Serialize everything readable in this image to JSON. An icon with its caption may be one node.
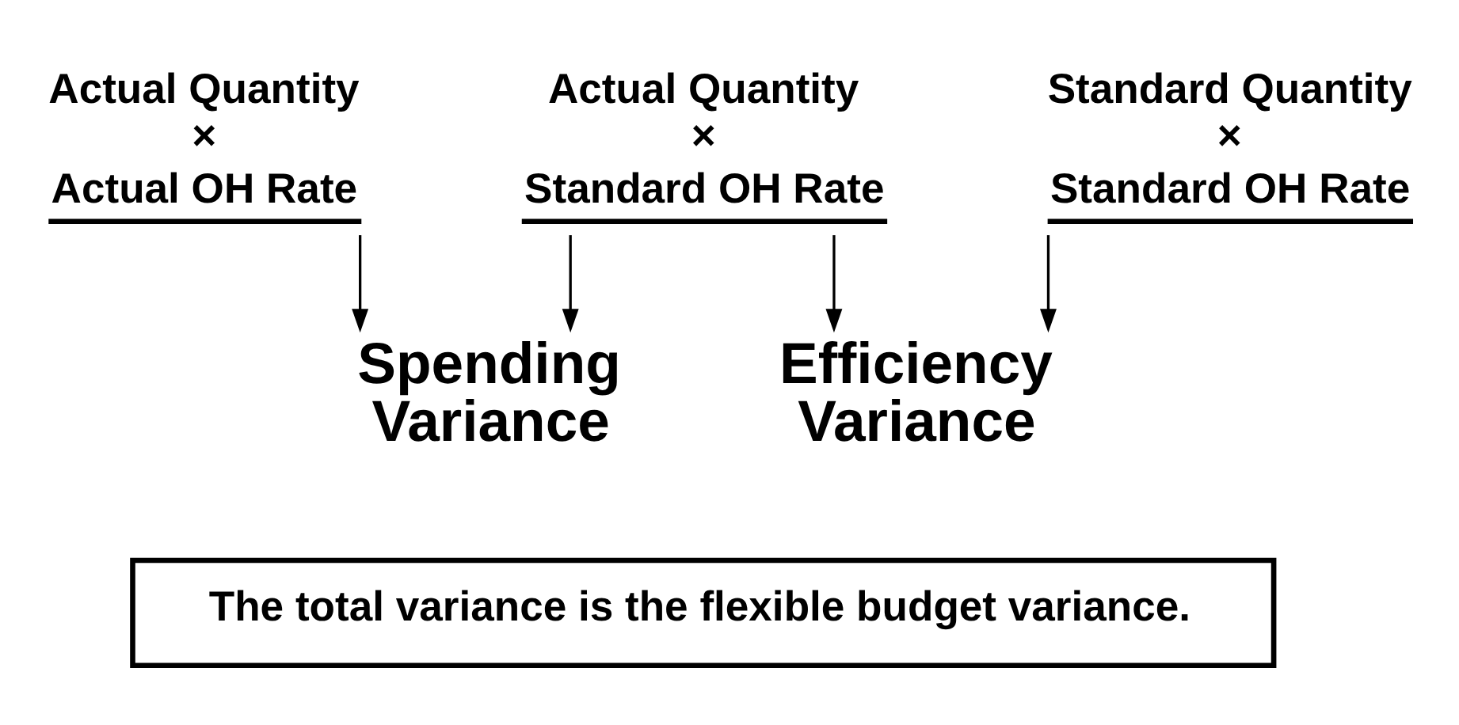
{
  "diagram": {
    "nodes": [
      {
        "text": [
          "Actual Quantity",
          "×",
          "Actual OH Rate"
        ]
      },
      {
        "text": [
          "Actual Quantity",
          "×",
          "Standard OH Rate"
        ]
      },
      {
        "text": [
          "Standard Quantity",
          "×",
          "Standard OH Rate"
        ]
      },
      {
        "text": [
          "Spending Variance"
        ]
      },
      {
        "text": [
          "Efficiency Variance"
        ]
      },
      {
        "text": [
          "The total variance is the flexible budget variance."
        ]
      }
    ],
    "edges": [
      {
        "from": 0,
        "to": 3,
        "arrow": "to"
      },
      {
        "from": 1,
        "to": 3,
        "arrow": "to"
      },
      {
        "from": 1,
        "to": 4,
        "arrow": "to"
      },
      {
        "from": 2,
        "to": 4,
        "arrow": "to"
      }
    ]
  }
}
